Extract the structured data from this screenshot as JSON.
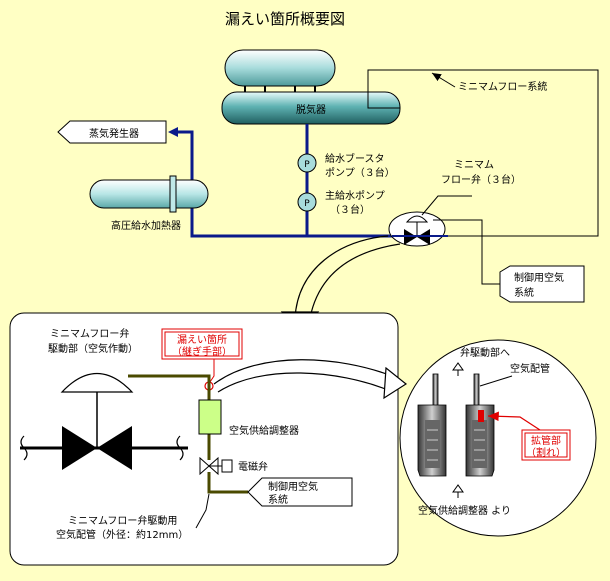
{
  "title": "漏えい箇所概要図",
  "top": {
    "deaerator": "脱気器",
    "min_flow_system": "ミニマムフロー系統",
    "steam_generator": "蒸気発生器",
    "hp_heater": "高圧給水加熱器",
    "booster_pump": [
      "給水ブースタ",
      "ポンプ（３台）"
    ],
    "main_feed_pump": [
      "主給水ポンプ",
      "（３台）"
    ],
    "min_flow_valve": [
      "ミニマム",
      "フロー弁（３台）"
    ],
    "control_air": [
      "制御用空気",
      "系統"
    ],
    "pump_symbol": "P"
  },
  "bottom_left": {
    "actuator_label": [
      "ミニマムフロー弁",
      "駆動部（空気作動）"
    ],
    "leak_label": [
      "漏えい箇所",
      "（継ぎ手部）"
    ],
    "air_regulator": "空気供給調整器",
    "solenoid_valve": "電磁弁",
    "control_air": [
      "制御用空気",
      "系統"
    ],
    "air_pipe": [
      "ミニマムフロー弁駆動用",
      "空気配管（外径：約12mm）"
    ]
  },
  "bottom_right": {
    "to_actuator": "弁駆動部へ",
    "air_pipe": "空気配管",
    "flared_part": [
      "拡管部",
      "（割れ）"
    ],
    "from_regulator": "空気供給調整器 より"
  },
  "colors": {
    "background": "#ffffc4",
    "pipe_blue": "#0a1a8a",
    "deaerator_fill": "#3b8c8c",
    "regulator_fill": "#ccff88",
    "highlight_red": "#e00000",
    "air_pipe_olive": "#4a4a00"
  }
}
